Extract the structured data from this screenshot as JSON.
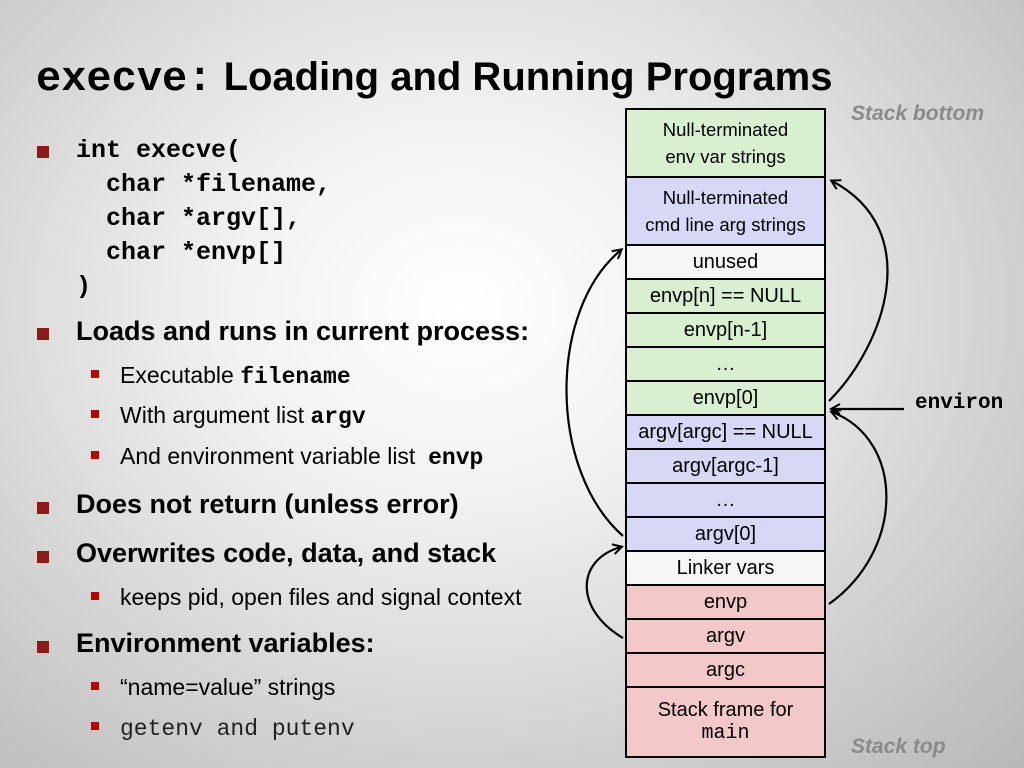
{
  "title": {
    "code": "execve",
    "separator": ":",
    "text": " Loading and Running Programs"
  },
  "stack_bottom_label": "Stack bottom",
  "stack_top_label": "Stack top",
  "signature": {
    "line1": "int execve(",
    "line2": "  char *filename,",
    "line3": "  char *argv[],",
    "line4": "  char *envp[]",
    "line5": ")"
  },
  "bullets": {
    "loads": "Loads and runs in current process:",
    "exec_prefix": "Executable ",
    "exec_code": "filename",
    "argv_prefix": "With argument list ",
    "argv_code": "argv",
    "env_prefix": "And environment variable list  ",
    "env_code": "envp",
    "no_return": "Does not return (unless error)",
    "overwrites": "Overwrites code, data, and stack",
    "keeps": "keeps pid, open files and signal context",
    "envvars": "Environment variables:",
    "name_value": "“name=value” strings",
    "getenv": "getenv and putenv"
  },
  "stack": {
    "env_strings_1": "Null-terminated",
    "env_strings_2": "env var strings",
    "arg_strings_1": "Null-terminated",
    "arg_strings_2": "cmd line arg strings",
    "unused": "unused",
    "envp_n": "envp[n] == NULL",
    "envp_n1": "envp[n-1]",
    "ellipsis1": "…",
    "envp_0": "envp[0]",
    "argv_argc": "argv[argc] == NULL",
    "argv_argc1": "argv[argc-1]",
    "ellipsis2": "…",
    "argv_0": "argv[0]",
    "linker": "Linker vars",
    "envp": "envp",
    "argv": "argv",
    "argc": "argc",
    "frame_1": "Stack frame for",
    "frame_2": "main"
  },
  "environ_label": "environ",
  "colors": {
    "green": "#d8f0d0",
    "blue": "#d6d8f6",
    "white": "#f6f6f6",
    "pink": "#f2c8c8",
    "bullet": "#8b1a1a",
    "sub_bullet": "#c00000",
    "corner_label": "#8a8a8a"
  }
}
